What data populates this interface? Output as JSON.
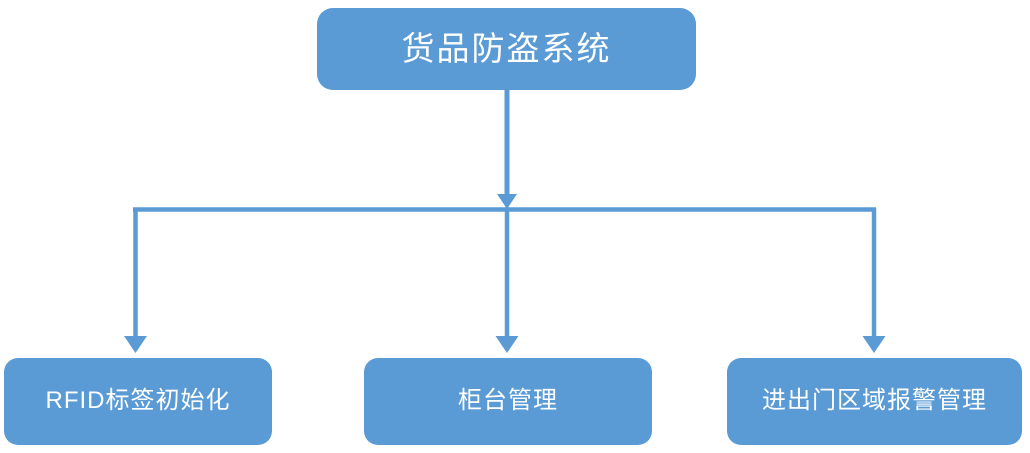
{
  "diagram": {
    "title": "货品防盗系统",
    "type": "org-chart",
    "orientation": "top-down",
    "colors": {
      "node_fill": "#5B9BD5",
      "node_text": "#FFFFFF",
      "connector": "#5B9BD5",
      "background": "#FFFFFF"
    },
    "root": {
      "label": "货品防盗系统"
    },
    "children": [
      {
        "label": "RFID标签初始化"
      },
      {
        "label": "柜台管理"
      },
      {
        "label": "进出门区域报警管理"
      }
    ]
  }
}
